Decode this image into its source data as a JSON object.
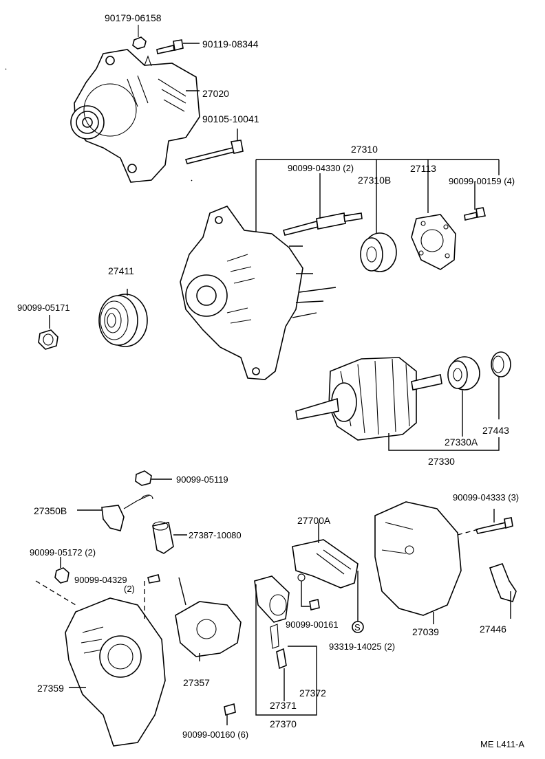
{
  "diagram": {
    "code": "ME L411-A",
    "labels": {
      "p90179_06158": "90179-06158",
      "p90119_08344": "90119-08344",
      "p27020": "27020",
      "p90105_10041": "90105-10041",
      "p27310": "27310",
      "p90099_04330": "90099-04330 (2)",
      "p27310b": "27310B",
      "p27113": "27113",
      "p90099_00159": "90099-00159 (4)",
      "p27411": "27411",
      "p90099_05171": "90099-05171",
      "p27443": "27443",
      "p27330a": "27330A",
      "p27330": "27330",
      "p90099_05119": "90099-05119",
      "p27350b": "27350B",
      "p27387_10080": "27387-10080",
      "p90099_05172": "90099-05172 (2)",
      "p90099_04329": "90099-04329",
      "p90099_04329_qty": "(2)",
      "p27700a": "27700A",
      "p90099_04333": "90099-04333 (3)",
      "p90099_00161": "90099-00161",
      "p93319_14025": "93319-14025 (2)",
      "p27039": "27039",
      "p27446": "27446",
      "p27359": "27359",
      "p27357": "27357",
      "p27371": "27371",
      "p27372": "27372",
      "p27370": "27370",
      "p90099_00160": "90099-00160 (6)"
    },
    "icons": {
      "washer_marker": "S"
    }
  }
}
